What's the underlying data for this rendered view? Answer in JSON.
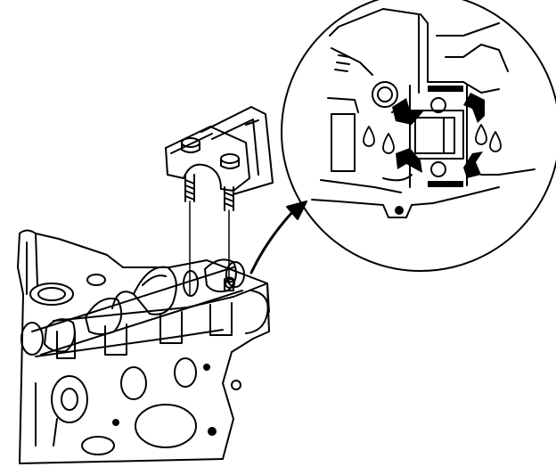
{
  "figure": {
    "subject": "camshaft-bearing-cap-installation",
    "colors": {
      "line": "#000000",
      "paper": "#ffffff"
    },
    "callout": {
      "shape": "circle",
      "marks": {
        "arrows": 4,
        "oil_drops": 4,
        "sealant_bands": 2
      }
    }
  }
}
